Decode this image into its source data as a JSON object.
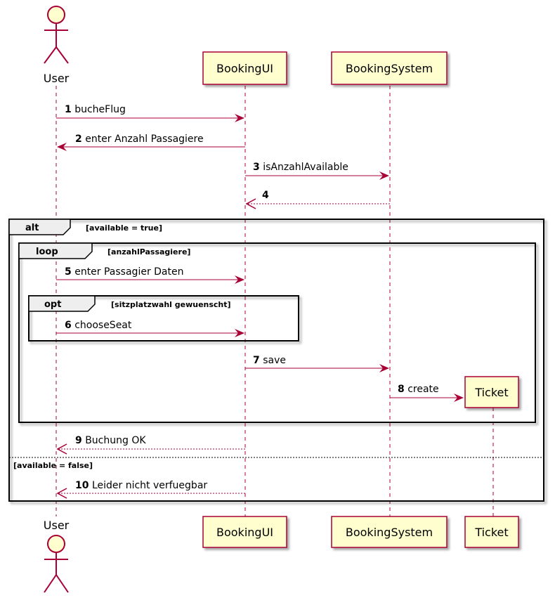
{
  "colors": {
    "line": "#A80036",
    "participant_fill": "#FEFECE",
    "frame": "#000000"
  },
  "participants": [
    {
      "id": "user",
      "label": "User",
      "kind": "actor"
    },
    {
      "id": "ui",
      "label": "BookingUI",
      "kind": "participant"
    },
    {
      "id": "sys",
      "label": "BookingSystem",
      "kind": "participant"
    },
    {
      "id": "ticket",
      "label": "Ticket",
      "kind": "participant"
    }
  ],
  "messages": [
    {
      "num": "1",
      "text": "bucheFlug",
      "from": "user",
      "to": "ui",
      "style": "solid"
    },
    {
      "num": "2",
      "text": "enter Anzahl Passagiere",
      "from": "ui",
      "to": "user",
      "style": "solid"
    },
    {
      "num": "3",
      "text": "isAnzahlAvailable",
      "from": "ui",
      "to": "sys",
      "style": "solid"
    },
    {
      "num": "4",
      "text": "",
      "from": "sys",
      "to": "ui",
      "style": "dashed"
    },
    {
      "num": "5",
      "text": "enter Passagier Daten",
      "from": "user",
      "to": "ui",
      "style": "solid"
    },
    {
      "num": "6",
      "text": "chooseSeat",
      "from": "user",
      "to": "ui",
      "style": "solid"
    },
    {
      "num": "7",
      "text": "save",
      "from": "ui",
      "to": "sys",
      "style": "solid"
    },
    {
      "num": "8",
      "text": "create",
      "from": "sys",
      "to": "ticket",
      "style": "solid"
    },
    {
      "num": "9",
      "text": "Buchung OK",
      "from": "ui",
      "to": "user",
      "style": "dashed"
    },
    {
      "num": "10",
      "text": "Leider nicht verfuegbar",
      "from": "ui",
      "to": "user",
      "style": "dashed"
    }
  ],
  "fragments": {
    "alt": {
      "keyword": "alt",
      "guard": "[available = true]",
      "else_guard": "[available = false]"
    },
    "loop": {
      "keyword": "loop",
      "guard": "[anzahlPassagiere]"
    },
    "opt": {
      "keyword": "opt",
      "guard": "[sitzplatzwahl gewuenscht]"
    }
  }
}
